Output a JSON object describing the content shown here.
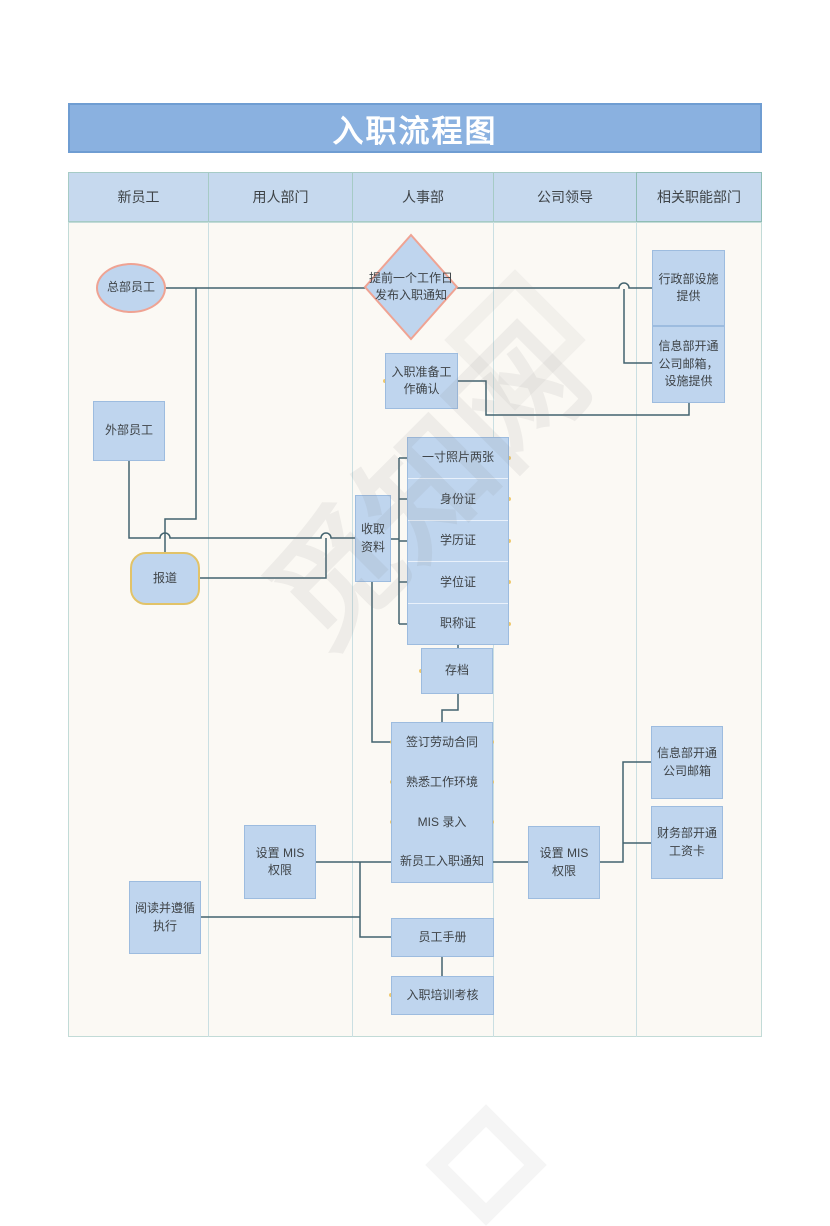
{
  "title": "入职流程图",
  "lanes": [
    "新员工",
    "用人部门",
    "人事部",
    "公司领导",
    "相关职能部门"
  ],
  "nodes": {
    "hq_employee": "总部员工",
    "external_employee": "外部员工",
    "advance_notice": "提前一个工作日\n发布入职通知",
    "prep_confirm": "入职准备工\n作确认",
    "admin_facility": "行政部设施\n提供",
    "info_mail_facility": "信息部开通\n公司邮箱，\n设施提供",
    "collect_materials": "收取\n资料",
    "materials": [
      "一寸照片两张",
      "身份证",
      "学历证",
      "学位证",
      "职称证"
    ],
    "archive": "存档",
    "report_duty": "报道",
    "steps": [
      "签订劳动合同",
      "熟悉工作环境",
      "MIS 录入",
      "新员工入职通知"
    ],
    "set_mis_dept": "设置 MIS\n权限",
    "set_mis_leader": "设置 MIS\n权限",
    "read_follow": "阅读并遵循\n执行",
    "handbook": "员工手册",
    "training_exam": "入职培训考核",
    "info_mailbox": "信息部开通\n公司邮箱",
    "salary_card": "财务部开通\n工资卡"
  },
  "watermark": "觅知网",
  "colors": {
    "title_bar": "#8ab1e0",
    "header_fill": "#c6d9ee",
    "node_fill": "#bfd5ee",
    "node_border": "#9dbcdf",
    "accent_salmon": "#efa393",
    "accent_gold": "#e2c368",
    "connector": "#43636e",
    "lane_line": "#cadfe2",
    "body_bg": "#fbf9f4",
    "connection_dot": "#eec45f"
  }
}
